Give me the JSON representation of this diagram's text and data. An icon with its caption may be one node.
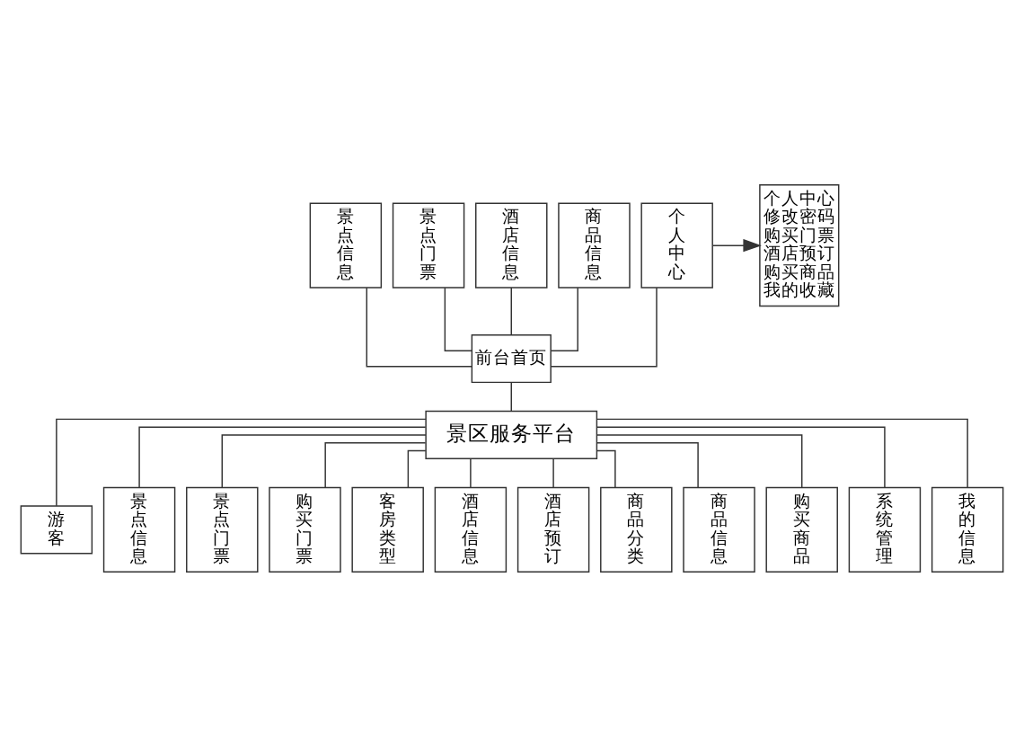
{
  "diagram": {
    "nodes": [
      {
        "text": [
          "景点信息"
        ]
      },
      {
        "text": [
          "景点门票"
        ]
      },
      {
        "text": [
          "酒店信息"
        ]
      },
      {
        "text": [
          "商品信息"
        ]
      },
      {
        "text": [
          "个人中心"
        ]
      },
      {
        "text": [
          "个人中心",
          "修改密码",
          "购买门票",
          "酒店预订",
          "购买商品",
          "我的收藏"
        ]
      },
      {
        "text": [
          "前台首页"
        ]
      },
      {
        "text": [
          "景区服务平台"
        ]
      },
      {
        "text": [
          "游客"
        ]
      },
      {
        "text": [
          "景点信息"
        ]
      },
      {
        "text": [
          "景点门票"
        ]
      },
      {
        "text": [
          "购买门票"
        ]
      },
      {
        "text": [
          "客房类型"
        ]
      },
      {
        "text": [
          "酒店信息"
        ]
      },
      {
        "text": [
          "酒店预订"
        ]
      },
      {
        "text": [
          "商品分类"
        ]
      },
      {
        "text": [
          "商品信息"
        ]
      },
      {
        "text": [
          "购买商品"
        ]
      },
      {
        "text": [
          "系统管理"
        ]
      },
      {
        "text": [
          "我的信息"
        ]
      }
    ],
    "edges": [
      {
        "from": 0,
        "to": 6,
        "arrow": "none"
      },
      {
        "from": 1,
        "to": 6,
        "arrow": "none"
      },
      {
        "from": 2,
        "to": 6,
        "arrow": "none"
      },
      {
        "from": 3,
        "to": 6,
        "arrow": "none"
      },
      {
        "from": 4,
        "to": 6,
        "arrow": "none"
      },
      {
        "from": 4,
        "to": 5,
        "arrow": "to"
      },
      {
        "from": 6,
        "to": 7,
        "arrow": "none"
      },
      {
        "from": 7,
        "to": 8,
        "arrow": "none"
      },
      {
        "from": 7,
        "to": 9,
        "arrow": "none"
      },
      {
        "from": 7,
        "to": 10,
        "arrow": "none"
      },
      {
        "from": 7,
        "to": 11,
        "arrow": "none"
      },
      {
        "from": 7,
        "to": 12,
        "arrow": "none"
      },
      {
        "from": 7,
        "to": 13,
        "arrow": "none"
      },
      {
        "from": 7,
        "to": 14,
        "arrow": "none"
      },
      {
        "from": 7,
        "to": 15,
        "arrow": "none"
      },
      {
        "from": 7,
        "to": 16,
        "arrow": "none"
      },
      {
        "from": 7,
        "to": 17,
        "arrow": "none"
      },
      {
        "from": 7,
        "to": 18,
        "arrow": "none"
      },
      {
        "from": 7,
        "to": 19,
        "arrow": "none"
      }
    ]
  }
}
